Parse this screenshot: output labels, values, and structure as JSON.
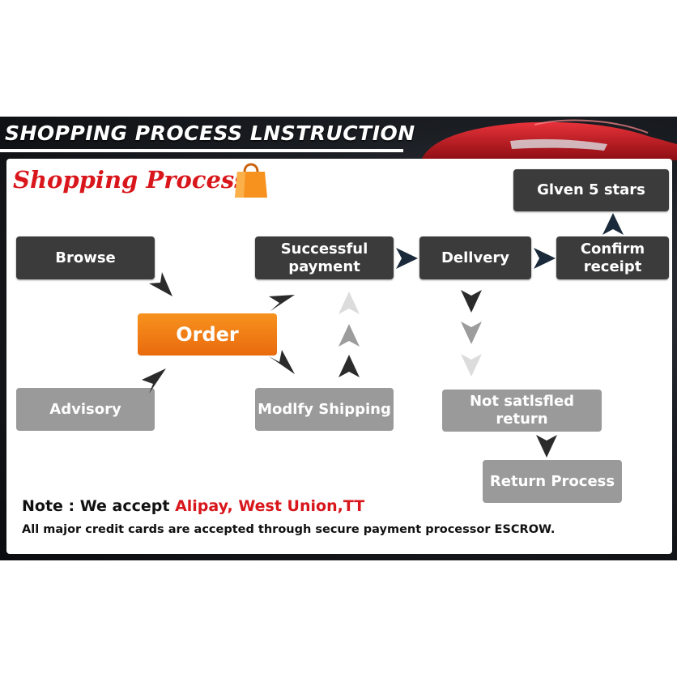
{
  "banner": {
    "title": "SHOPPING PROCESS LNSTRUCTION"
  },
  "panel": {
    "title": "Shopping Process",
    "bag_icon": "shopping-bag-icon"
  },
  "steps": {
    "browse": "Browse",
    "advisory": "Advisory",
    "order": "Order",
    "successful_payment": "Successful payment",
    "modify_shipping": "Modlfy Shipping",
    "delivery": "Dellvery",
    "confirm_receipt": "Confirm receipt",
    "given_5_stars": "Glven 5 stars",
    "not_satisfied_return": "Not satlsfled return",
    "return_process": "Return Process"
  },
  "note": {
    "prefix": "Note : We accept ",
    "methods": "Alipay, West Union,TT",
    "detail": "All major credit cards are accepted through secure payment processor ESCROW."
  },
  "colors": {
    "dark_box": "#3b3b3b",
    "grey_box": "#9a9a9a",
    "order_box": "#f28a1b",
    "title_red": "#d8161b",
    "arrow_dark": "#2b2b2b",
    "arrow_navy": "#1a2a3a"
  }
}
